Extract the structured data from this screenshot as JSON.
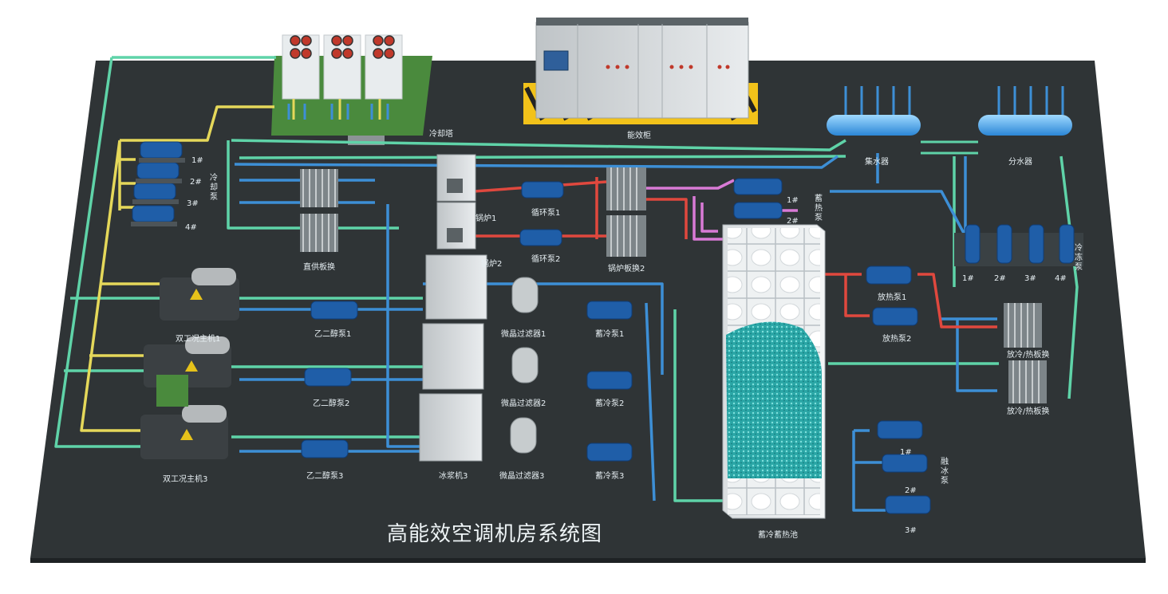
{
  "title": "高能效空调机房系统图",
  "labels": {
    "cooling_tower": "冷却塔",
    "control_cabinet": "能效柜",
    "water_collector": "集水器",
    "water_distributor": "分水器",
    "cooling_pump_group": "冷却泵",
    "cooling_pump_1": "1#",
    "cooling_pump_2": "2#",
    "cooling_pump_3": "3#",
    "cooling_pump_4": "4#",
    "direct_plate_hx": "直供板换",
    "boiler_1": "锅炉1",
    "boiler_2": "锅炉2",
    "circ_pump_1": "循环泵1",
    "circ_pump_2": "循环泵2",
    "boiler_plate_hx_2": "锅炉板换2",
    "heat_storage_pump_group": "蓄热泵",
    "heat_storage_pump_1": "1#",
    "heat_storage_pump_2": "2#",
    "chilled_pump_group": "冷冻泵",
    "chilled_pump_1": "1#",
    "chilled_pump_2": "2#",
    "chilled_pump_3": "3#",
    "chilled_pump_4": "4#",
    "chiller_1": "双工况主机1",
    "chiller_3": "双工况主机3",
    "glycol_pump_1": "乙二醇泵1",
    "glycol_pump_2": "乙二醇泵2",
    "glycol_pump_3": "乙二醇泵3",
    "ice_machine_3": "冰浆机3",
    "filter_1": "微晶过滤器1",
    "filter_2": "微晶过滤器2",
    "filter_3": "微晶过滤器3",
    "storage_pump_1": "蓄冷泵1",
    "storage_pump_2": "蓄冷泵2",
    "storage_pump_3": "蓄冷泵3",
    "release_pump_1": "放热泵1",
    "release_pump_2": "放热泵2",
    "release_plate_hx_1": "放冷/热板换",
    "release_plate_hx_2": "放冷/热板换",
    "ice_melt_pump_group": "融冰泵",
    "ice_melt_pump_1": "1#",
    "ice_melt_pump_2": "2#",
    "ice_melt_pump_3": "3#",
    "storage_tank": "蓄冷蓄热池"
  },
  "colors": {
    "floor": "#2f3436",
    "pipe_green": "#5fd3a8",
    "pipe_yellow": "#e5d85a",
    "pipe_blue": "#3d8fd6",
    "pipe_red": "#e0483e",
    "pipe_pink": "#d97ad6",
    "pump_blue": "#1f5ea8",
    "ice_water": "#2fb7b4",
    "grass": "#3f7a3a"
  }
}
